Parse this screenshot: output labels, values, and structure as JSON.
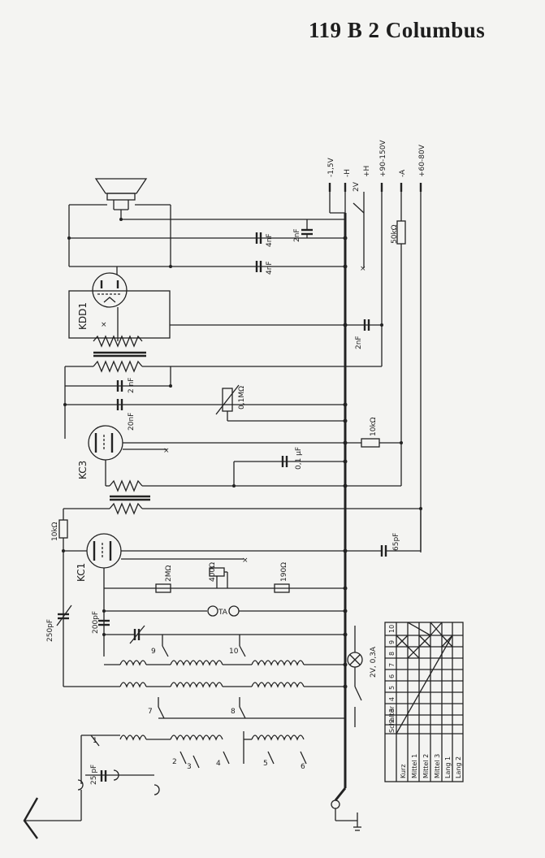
{
  "title": "119 B 2 Columbus",
  "supply_labels": [
    "-1,5V",
    "-H",
    "2V",
    "+H",
    "+90-150V",
    "-A",
    "+60-80V"
  ],
  "tubes": [
    "KDD1",
    "KC3",
    "KC1"
  ],
  "components": {
    "c_4nf_top": "4nF",
    "c_2nf_top": "2nF",
    "c_4nf_low": "4nF",
    "r_50k": "50kΩ",
    "c_2nf_mid": "2nF",
    "c_2nf_grid": "2 nF",
    "c_20nf": "20nF",
    "pot_01m": "0,1MΩ",
    "r_10k_right": "10kΩ",
    "c_01uf": "0,1 μF",
    "r_10k_left": "10kΩ",
    "c_65pf": "65pF",
    "r_2m": "2MΩ",
    "pot_400": "400Ω",
    "r_190": "190Ω",
    "ta": "TA",
    "c_250pf": "250pF",
    "c_200pf": "200pF",
    "lamp": "2V, 0,3A",
    "c_25pf": "25 pF"
  },
  "switch_numbers": [
    "1",
    "2",
    "3",
    "4",
    "5",
    "6",
    "7",
    "8",
    "9",
    "10"
  ],
  "switch_table": {
    "header": "Schalter",
    "columns": [
      "1",
      "2",
      "3",
      "4",
      "5",
      "6",
      "7",
      "8",
      "9",
      "10"
    ],
    "rows": [
      "Kurz",
      "Mittel 1",
      "Mittel 2",
      "Mittel 3",
      "Lang 1",
      "Lang 2"
    ]
  }
}
